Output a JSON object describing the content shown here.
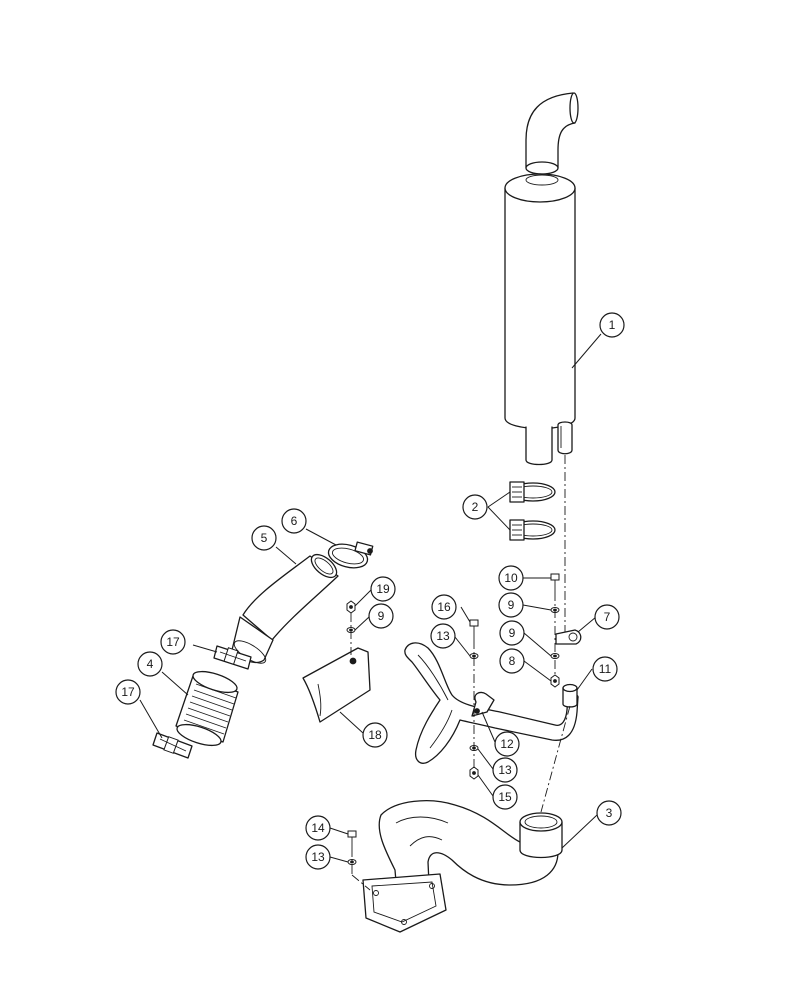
{
  "callouts": [
    {
      "id": "c1",
      "label": "1"
    },
    {
      "id": "c2",
      "label": "2"
    },
    {
      "id": "c3",
      "label": "3"
    },
    {
      "id": "c4",
      "label": "4"
    },
    {
      "id": "c5",
      "label": "5"
    },
    {
      "id": "c6",
      "label": "6"
    },
    {
      "id": "c7",
      "label": "7"
    },
    {
      "id": "c8",
      "label": "8"
    },
    {
      "id": "c9a",
      "label": "9"
    },
    {
      "id": "c9b",
      "label": "9"
    },
    {
      "id": "c9c",
      "label": "9"
    },
    {
      "id": "c10",
      "label": "10"
    },
    {
      "id": "c11",
      "label": "11"
    },
    {
      "id": "c12",
      "label": "12"
    },
    {
      "id": "c13a",
      "label": "13"
    },
    {
      "id": "c13b",
      "label": "13"
    },
    {
      "id": "c13c",
      "label": "13"
    },
    {
      "id": "c14",
      "label": "14"
    },
    {
      "id": "c15",
      "label": "15"
    },
    {
      "id": "c16",
      "label": "16"
    },
    {
      "id": "c17a",
      "label": "17"
    },
    {
      "id": "c17b",
      "label": "17"
    },
    {
      "id": "c18",
      "label": "18"
    },
    {
      "id": "c19",
      "label": "19"
    }
  ]
}
